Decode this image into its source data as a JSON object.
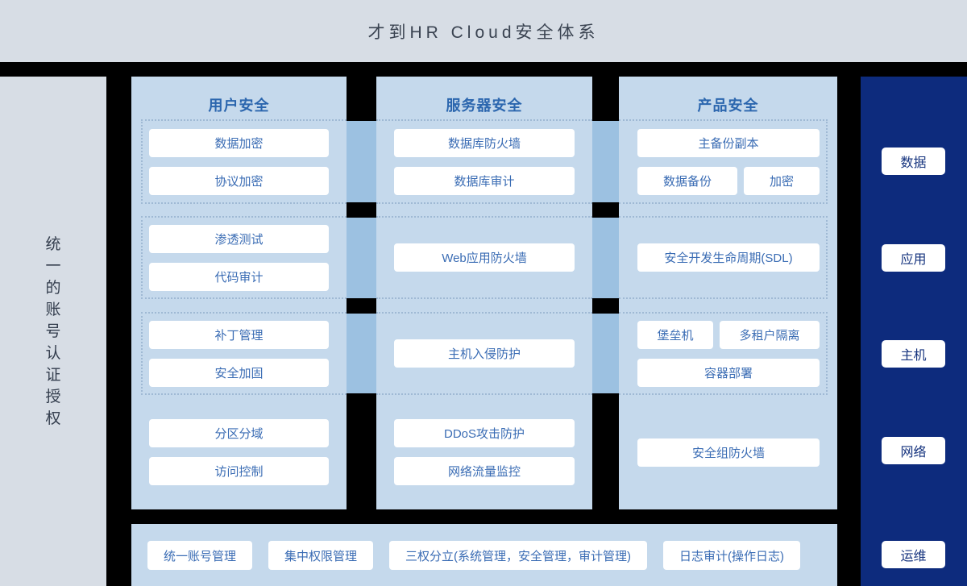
{
  "title": "才到HR Cloud安全体系",
  "left_rail": {
    "vertical_label": "统一的账号认证授权"
  },
  "columns": [
    {
      "title": "用户安全",
      "groups": [
        {
          "dashed": true,
          "rows": [
            [
              "数据加密"
            ],
            [
              "协议加密"
            ]
          ]
        },
        {
          "dashed": true,
          "rows": [
            [
              "渗透测试"
            ],
            [
              "代码审计"
            ]
          ]
        },
        {
          "dashed": true,
          "rows": [
            [
              "补丁管理"
            ],
            [
              "安全加固"
            ]
          ]
        },
        {
          "dashed": false,
          "rows": [
            [
              "分区分域"
            ],
            [
              "访问控制"
            ]
          ]
        }
      ]
    },
    {
      "title": "服务器安全",
      "groups": [
        {
          "dashed": true,
          "rows": [
            [
              "数据库防火墙"
            ],
            [
              "数据库审计"
            ]
          ]
        },
        {
          "dashed": true,
          "rows": [
            [
              "Web应用防火墙"
            ]
          ]
        },
        {
          "dashed": true,
          "rows": [
            [
              "主机入侵防护"
            ]
          ]
        },
        {
          "dashed": false,
          "rows": [
            [
              "DDoS攻击防护"
            ],
            [
              "网络流量监控"
            ]
          ]
        }
      ]
    },
    {
      "title": "产品安全",
      "groups": [
        {
          "dashed": true,
          "rows": [
            [
              "主备份副本"
            ],
            [
              "数据备份",
              "加密"
            ]
          ]
        },
        {
          "dashed": true,
          "rows": [
            [
              "安全开发生命周期(SDL)"
            ]
          ]
        },
        {
          "dashed": true,
          "rows": [
            [
              "堡垒机",
              "多租户隔离"
            ],
            [
              "容器部署"
            ]
          ]
        },
        {
          "dashed": false,
          "rows": [
            [
              "安全组防火墙"
            ]
          ]
        }
      ]
    }
  ],
  "right_rail": {
    "items": [
      "数据",
      "应用",
      "主机",
      "网络",
      "运维"
    ]
  },
  "bottom_bar": {
    "items": [
      "统一账号管理",
      "集中权限管理",
      "三权分立(系统管理，安全管理，审计管理)",
      "日志审计(操作日志)"
    ]
  },
  "colors": {
    "background": "#000000",
    "header_bg": "#d7dde5",
    "column_bg": "#c5d9ec",
    "connector_bg": "#9cc1e1",
    "dotted_border": "#9fb9d4",
    "box_text_blue": "#3a6cb4",
    "column_title_blue": "#2b66ae",
    "right_rail_navy": "#0d2b7d",
    "header_text": "#3a4351"
  }
}
